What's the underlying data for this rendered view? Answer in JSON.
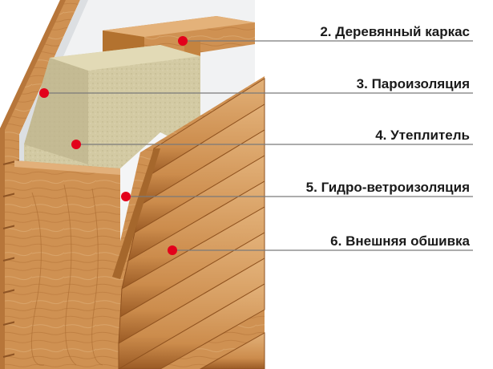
{
  "layers": [
    {
      "label": "2. Деревянный каркас"
    },
    {
      "label": "3. Пароизоляция"
    },
    {
      "label": "4. Утеплитель"
    },
    {
      "label": "5. Гидро-ветроизоляция"
    },
    {
      "label": "6. Внешняя обшивка"
    }
  ],
  "colors": {
    "wood_light": "#d9a46a",
    "wood_mid": "#c98a4a",
    "wood_dark": "#a8652b",
    "insulation": "#d2c9a2",
    "membrane": "#eef0f2",
    "marker": "#e3001b",
    "leader": "#7a7a7a"
  }
}
